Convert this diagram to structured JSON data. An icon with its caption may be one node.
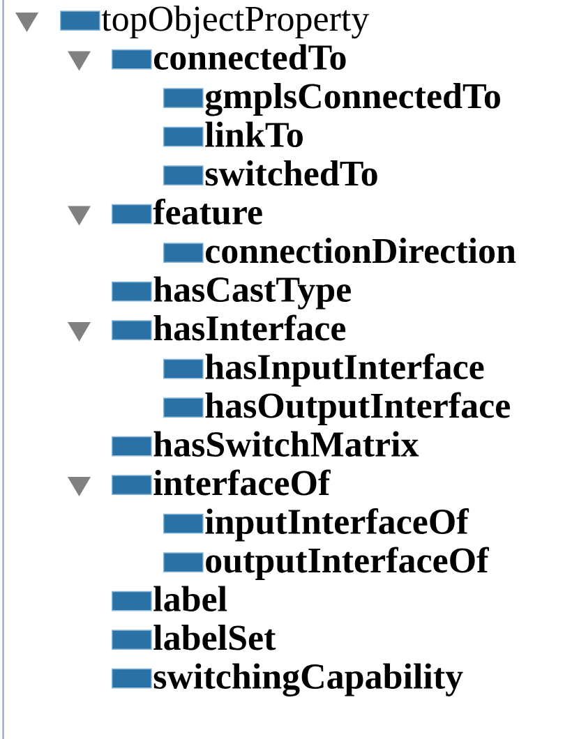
{
  "diagram": {
    "labels": [
      "topObjectProperty",
      "connectedTo",
      "gmplsConnectedTo",
      "linkTo",
      "switchedTo",
      "feature",
      "connectionDirection",
      "hasCastType",
      "hasInterface",
      "hasInputInterface",
      "hasOutputInterface",
      "hasSwitchMatrix",
      "interfaceOf",
      "inputInterfaceOf",
      "outputInterfaceOf",
      "label",
      "labelSet",
      "switchingCapability"
    ]
  }
}
